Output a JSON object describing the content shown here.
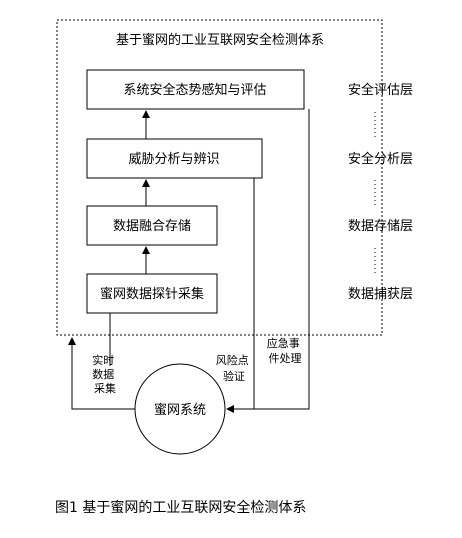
{
  "diagram": {
    "title": "基于蜜网的工业互联网安全检测体系",
    "boxes": {
      "assessment": "系统安全态势感知与评估",
      "analysis": "威胁分析与辨识",
      "storage": "数据融合存储",
      "capture": "蜜网数据探针采集"
    },
    "layers": {
      "assessment": "安全评估层",
      "analysis": "安全分析层",
      "storage": "数据存储层",
      "capture": "数据捕获层"
    },
    "honeynet": "蜜网系统",
    "edge_labels": {
      "realtime_collection": [
        "实时",
        "数据",
        "采集"
      ],
      "risk_verification": [
        "风险点",
        "验证"
      ],
      "emergency_handling": [
        "应急事",
        "件处理"
      ]
    }
  },
  "caption": "图1  基于蜜网的工业互联网安全检测体系"
}
